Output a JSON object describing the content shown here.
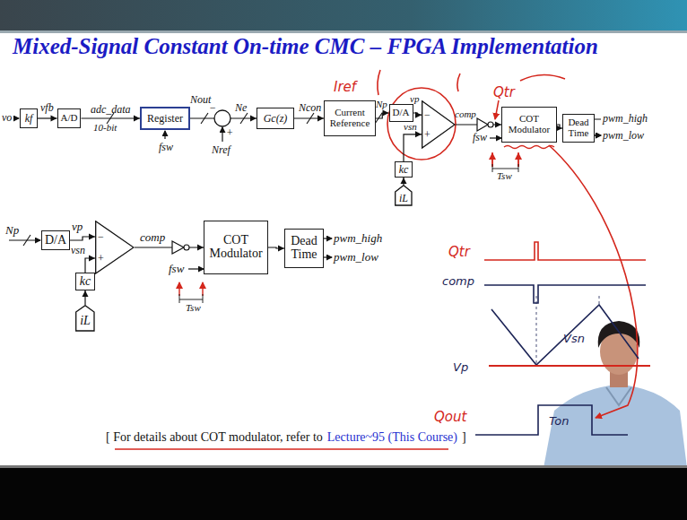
{
  "diagram": {
    "title": "Mixed-Signal Constant On-time CMC – FPGA Implementation",
    "nodes": [
      {
        "text": [
          "kf"
        ]
      },
      {
        "text": [
          "A/D"
        ]
      },
      {
        "text": [
          "Register"
        ]
      },
      {
        "text": [
          "Gc(z)"
        ]
      },
      {
        "text": [
          "Current Reference"
        ]
      },
      {
        "text": [
          "D/A"
        ]
      },
      {
        "text": [
          "−",
          "+"
        ]
      },
      {
        "text": [
          "kc"
        ]
      },
      {
        "text": [
          "iL"
        ]
      },
      {
        "text": [
          "COT Modulator"
        ]
      },
      {
        "text": [
          "Dead Time"
        ]
      },
      {
        "text": [
          "D/A"
        ]
      },
      {
        "text": [
          "−",
          "+"
        ]
      },
      {
        "text": [
          "kc"
        ]
      },
      {
        "text": [
          "iL"
        ]
      },
      {
        "text": [
          "COT Modulator"
        ]
      },
      {
        "text": [
          "Dead Time"
        ]
      }
    ],
    "edges": [
      {
        "from": 0,
        "to": 1,
        "arrow": "to"
      },
      {
        "from": 1,
        "to": 2,
        "label": "adc_data",
        "arrow": "to"
      },
      {
        "from": 2,
        "to": 3,
        "arrow": "to"
      },
      {
        "from": 3,
        "to": 4,
        "arrow": "to"
      },
      {
        "from": 4,
        "to": 5,
        "arrow": "to"
      },
      {
        "from": 5,
        "to": 6,
        "arrow": "to"
      },
      {
        "from": 8,
        "to": 7,
        "arrow": "to"
      },
      {
        "from": 7,
        "to": 6,
        "arrow": "to"
      },
      {
        "from": 6,
        "to": 9,
        "arrow": "to"
      },
      {
        "from": 9,
        "to": 10,
        "arrow": "to"
      },
      {
        "from": 11,
        "to": 12,
        "arrow": "to"
      },
      {
        "from": 14,
        "to": 13,
        "arrow": "to"
      },
      {
        "from": 13,
        "to": 12,
        "arrow": "to"
      },
      {
        "from": 12,
        "to": 15,
        "arrow": "to"
      },
      {
        "from": 15,
        "to": 16,
        "arrow": "to"
      }
    ],
    "labels": [
      "vo",
      "vfb",
      "10-bit",
      "fsw",
      "Nout",
      "−",
      "+",
      "Nref",
      "Ne",
      "Ncon",
      "Np",
      "vp",
      "vsn",
      "comp",
      "fsw",
      "Tsw",
      "pwm_high",
      "pwm_low",
      "Iref",
      "Qtr",
      "Qtr",
      "comp",
      "Vsn",
      "Vp",
      "Qout",
      "Ton",
      "Np",
      "vp",
      "vsn",
      "comp",
      "fsw",
      "Tsw",
      "pwm_high",
      "pwm_low",
      "[ For details about COT modulator, refer to",
      "Lecture~95 (This Course)",
      "]"
    ]
  }
}
